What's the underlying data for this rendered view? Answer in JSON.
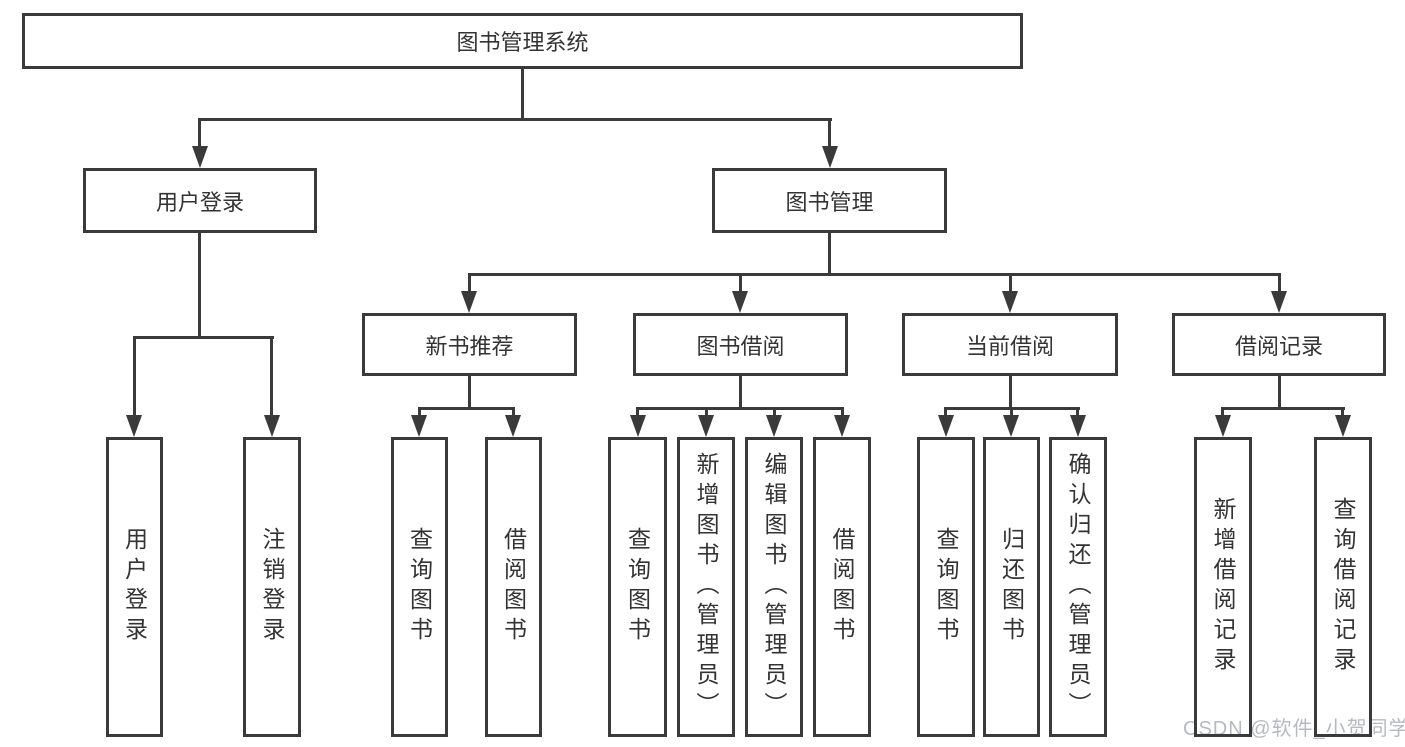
{
  "diagram": {
    "type": "hierarchy-tree",
    "colors": {
      "line": "#3a3a3a",
      "text": "#333333",
      "watermark": "#b6bac0",
      "background": "#ffffff"
    }
  },
  "tree": {
    "label": "图书管理系统",
    "children": [
      {
        "label": "用户登录",
        "children": [
          {
            "label": "用户登录"
          },
          {
            "label": "注销登录"
          }
        ]
      },
      {
        "label": "图书管理",
        "children": [
          {
            "label": "新书推荐",
            "children": [
              {
                "label": "查询图书"
              },
              {
                "label": "借阅图书"
              }
            ]
          },
          {
            "label": "图书借阅",
            "children": [
              {
                "label": "查询图书"
              },
              {
                "label": "新增图书（管理员）"
              },
              {
                "label": "编辑图书（管理员）"
              },
              {
                "label": "借阅图书"
              }
            ]
          },
          {
            "label": "当前借阅",
            "children": [
              {
                "label": "查询图书"
              },
              {
                "label": "归还图书"
              },
              {
                "label": "确认归还（管理员）"
              }
            ]
          },
          {
            "label": "借阅记录",
            "children": [
              {
                "label": "新增借阅记录"
              },
              {
                "label": "查询借阅记录"
              }
            ]
          }
        ]
      }
    ]
  },
  "watermark": {
    "text": "CSDN @软件_小贺同学"
  }
}
